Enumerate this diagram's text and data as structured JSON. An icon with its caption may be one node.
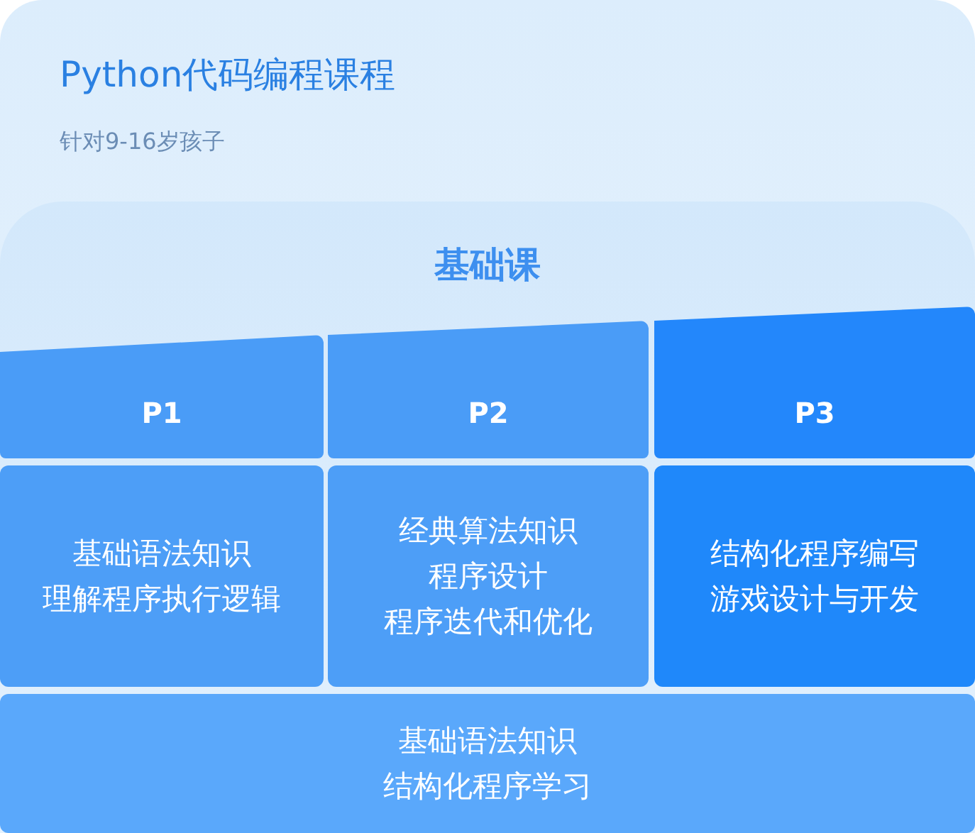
{
  "diagram": {
    "nodes": [
      {
        "text": [
          "Python代码编程课程",
          "针对9-16岁孩子"
        ]
      },
      {
        "text": [
          "基础课"
        ],
        "in": 0
      },
      {
        "text": [
          "P1"
        ],
        "in": 1
      },
      {
        "text": [
          "P2"
        ],
        "in": 1
      },
      {
        "text": [
          "P3"
        ],
        "in": 1
      },
      {
        "text": [
          "基础语法知识",
          "理解程序执行逻辑"
        ],
        "in": 1
      },
      {
        "text": [
          "经典算法知识",
          "程序设计",
          "程序迭代和优化"
        ],
        "in": 1
      },
      {
        "text": [
          "结构化程序编写",
          "游戏设计与开发"
        ],
        "in": 1
      },
      {
        "text": [
          "基础语法知识",
          "结构化程序学习"
        ],
        "in": 1
      }
    ]
  }
}
